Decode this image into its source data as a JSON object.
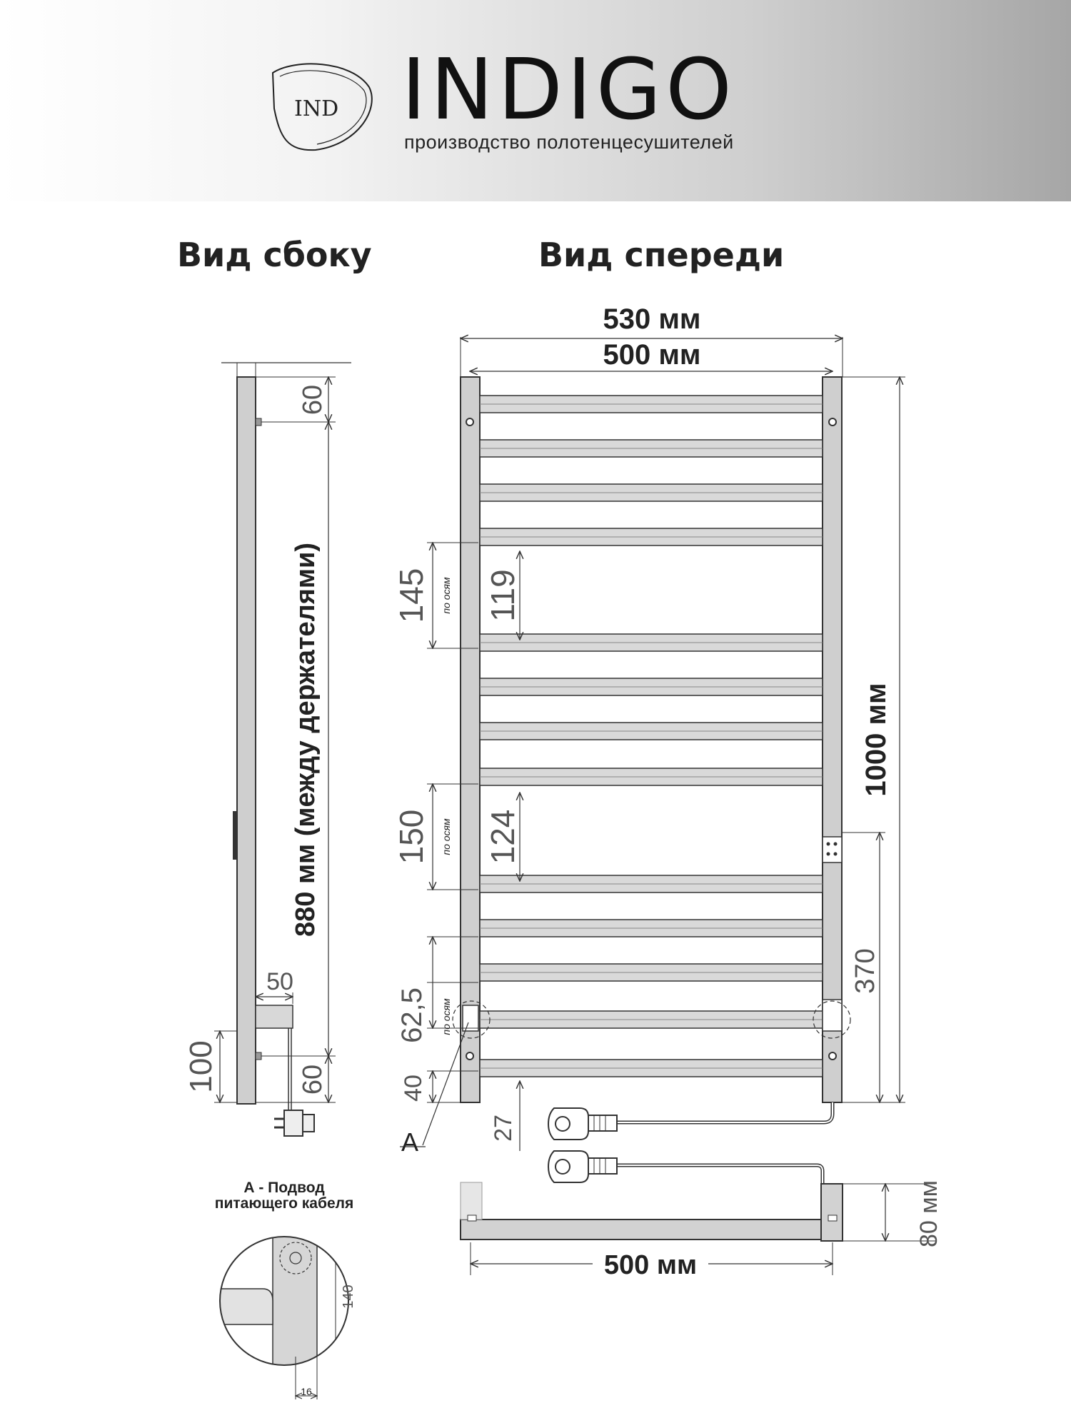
{
  "header": {
    "logo_monogram": "IND",
    "brand": "INDIGO",
    "tagline": "производство полотенцесушителей"
  },
  "views": {
    "side_title": "Вид сбоку",
    "front_title": "Вид спереди"
  },
  "dimensions": {
    "outer_width": "530 мм",
    "inner_width": "500 мм",
    "height": "1000 мм",
    "holder_spacing": "880 мм (между держателями)",
    "top_offset": "60",
    "bottom_offset": "60",
    "side_depth": "50",
    "side_lower": "100",
    "pitch_145": "145",
    "gap_119": "119",
    "pitch_150": "150",
    "gap_124": "124",
    "pitch_62_5": "62,5",
    "bottom_40": "40",
    "bottom_27": "27",
    "control_height": "370",
    "axes_note": "по осям",
    "bottom_width": "500 мм",
    "depth_80": "80 мм",
    "detail_140": "140",
    "detail_16": "16"
  },
  "detail": {
    "marker": "A",
    "title_line1": "А - Подвод",
    "title_line2": "питающего кабеля"
  },
  "colors": {
    "ink": "#222222",
    "rail_fill": "#cfcfcf",
    "dim_line": "#333333"
  }
}
